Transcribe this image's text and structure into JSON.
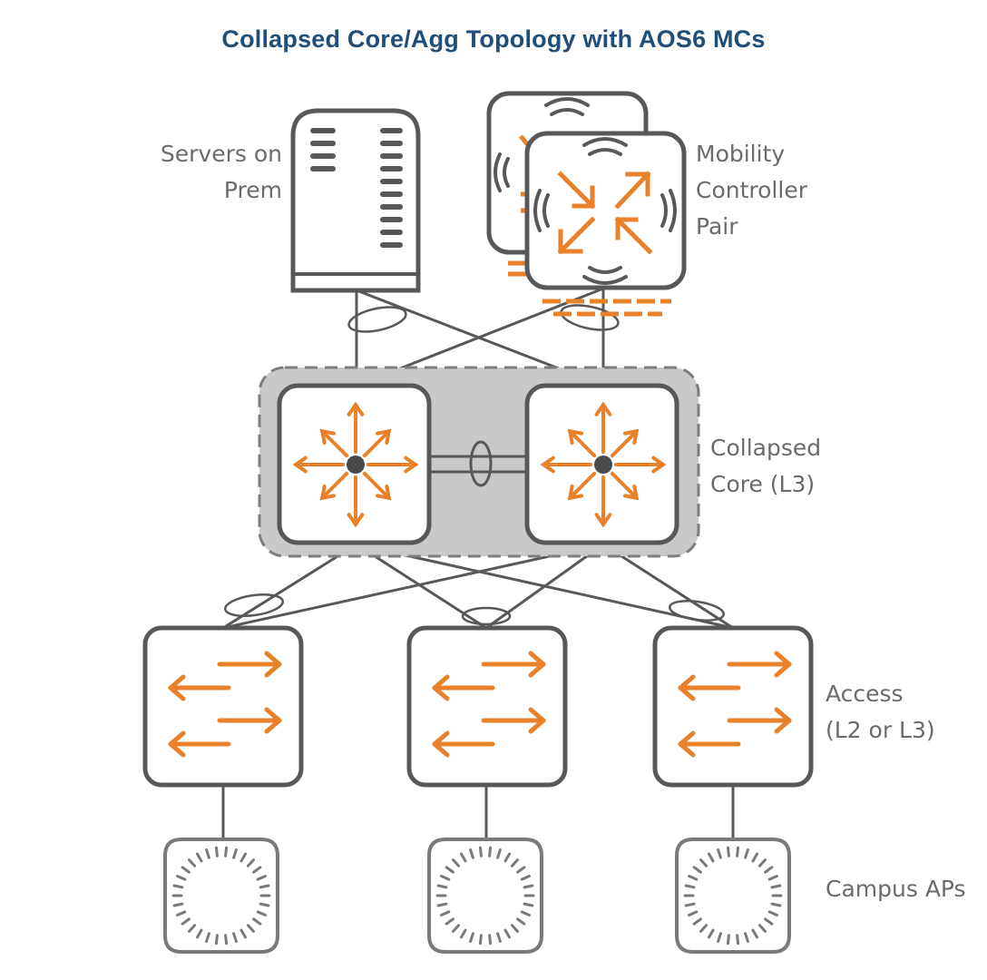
{
  "diagram": {
    "title": "Collapsed Core/Agg Topology with AOS6 MCs",
    "labels": {
      "servers": [
        "Servers on",
        "Prem"
      ],
      "controllers": [
        "Mobility",
        "Controller",
        "Pair"
      ],
      "core": [
        "Collapsed",
        "Core (L3)"
      ],
      "access": [
        "Access",
        "(L2 or L3)"
      ],
      "aps": [
        "Campus APs"
      ]
    },
    "colors": {
      "accent": "#e8812a",
      "device_outline": "#58585a",
      "core_group_fill": "#c9c9cb",
      "title": "#1f4e79",
      "label": "#6b6b6b"
    },
    "nodes": [
      {
        "name": "server",
        "type": "server",
        "icon": "server-icon"
      },
      {
        "name": "mobility-controller-1",
        "type": "controller",
        "icon": "controller-icon"
      },
      {
        "name": "mobility-controller-2",
        "type": "controller",
        "icon": "controller-icon"
      },
      {
        "name": "core-switch-1",
        "type": "core",
        "icon": "core-switch-icon"
      },
      {
        "name": "core-switch-2",
        "type": "core",
        "icon": "core-switch-icon"
      },
      {
        "name": "access-switch-1",
        "type": "access",
        "icon": "access-switch-icon"
      },
      {
        "name": "access-switch-2",
        "type": "access",
        "icon": "access-switch-icon"
      },
      {
        "name": "access-switch-3",
        "type": "access",
        "icon": "access-switch-icon"
      },
      {
        "name": "campus-ap-1",
        "type": "ap",
        "icon": "access-point-icon"
      },
      {
        "name": "campus-ap-2",
        "type": "ap",
        "icon": "access-point-icon"
      },
      {
        "name": "campus-ap-3",
        "type": "ap",
        "icon": "access-point-icon"
      }
    ],
    "links": [
      {
        "from": "server",
        "to": "core-switch-1"
      },
      {
        "from": "server",
        "to": "core-switch-2"
      },
      {
        "from": "mobility-controller-2",
        "to": "core-switch-1"
      },
      {
        "from": "mobility-controller-2",
        "to": "core-switch-2"
      },
      {
        "from": "core-switch-1",
        "to": "core-switch-2"
      },
      {
        "from": "core-switch-1",
        "to": "access-switch-1"
      },
      {
        "from": "core-switch-1",
        "to": "access-switch-2"
      },
      {
        "from": "core-switch-1",
        "to": "access-switch-3"
      },
      {
        "from": "core-switch-2",
        "to": "access-switch-1"
      },
      {
        "from": "core-switch-2",
        "to": "access-switch-2"
      },
      {
        "from": "core-switch-2",
        "to": "access-switch-3"
      },
      {
        "from": "access-switch-1",
        "to": "campus-ap-1"
      },
      {
        "from": "access-switch-2",
        "to": "campus-ap-2"
      },
      {
        "from": "access-switch-3",
        "to": "campus-ap-3"
      }
    ]
  }
}
